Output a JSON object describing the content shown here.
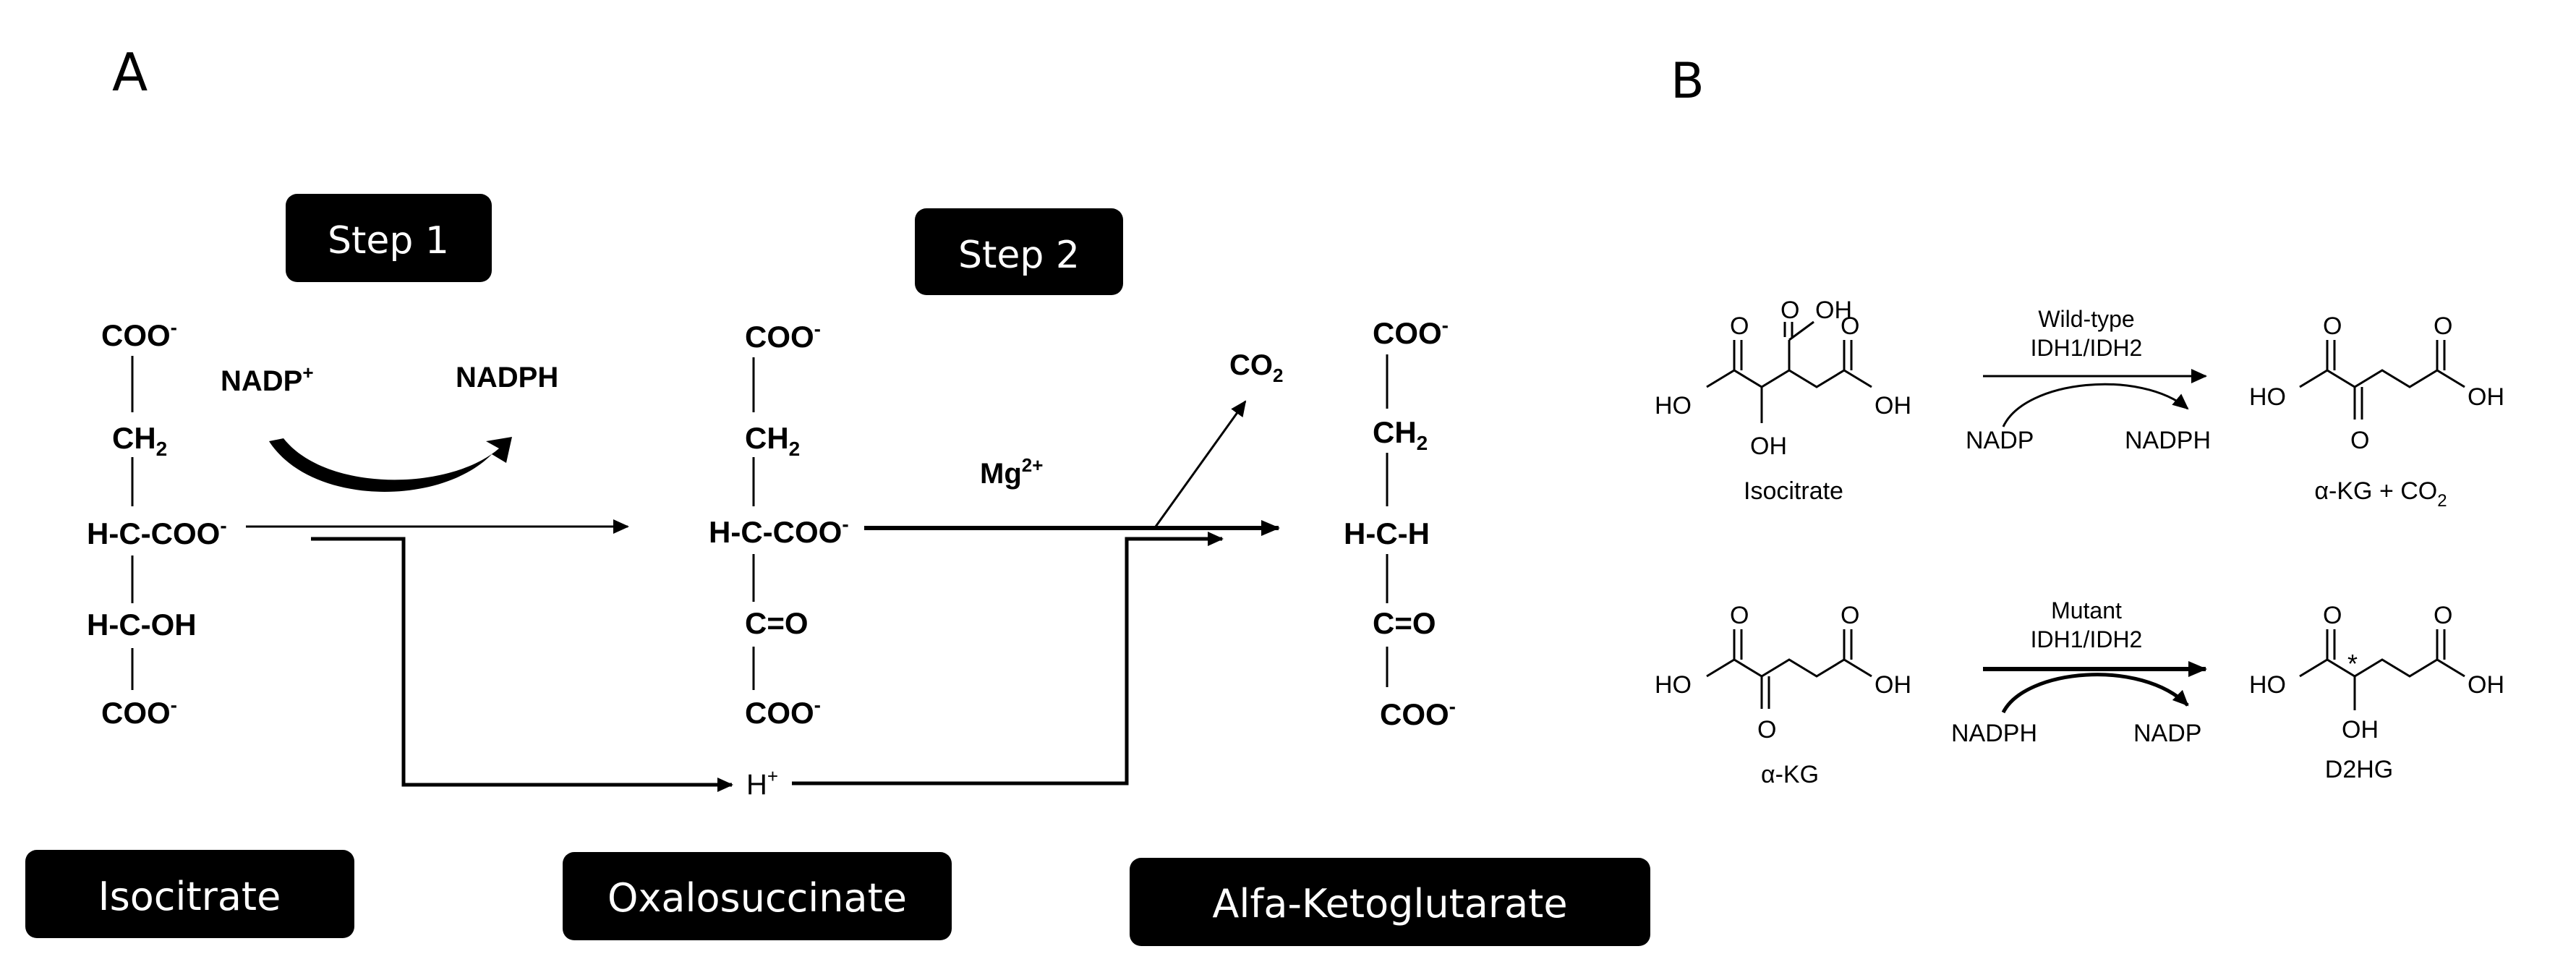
{
  "panel_a": {
    "letter": "A",
    "step1": "Step 1",
    "step2": "Step 2",
    "isocitrate": {
      "top": "COO",
      "top_sup": "-",
      "ch2": "CH",
      "ch2_sub": "2",
      "center": "H-C-COO",
      "center_sup": "-",
      "hcoh": "H-C-OH",
      "bottom": "COO",
      "bottom_sup": "-"
    },
    "oxalosuccinate": {
      "top": "COO",
      "top_sup": "-",
      "ch2": "CH",
      "ch2_sub": "2",
      "center": "H-C-COO",
      "center_sup": "-",
      "co": "C=O",
      "bottom": "COO",
      "bottom_sup": "-"
    },
    "alfa_ketoglutarate": {
      "top": "COO",
      "top_sup": "-",
      "ch2": "CH",
      "ch2_sub": "2",
      "center": "H-C-H",
      "co": "C=O",
      "bottom": "COO",
      "bottom_sup": "-"
    },
    "nadp": "NADP",
    "nadp_sup": "+",
    "nadph": "NADPH",
    "co2": "CO",
    "co2_sub": "2",
    "mg": "Mg",
    "mg_sup": "2+",
    "h": "H",
    "h_sup": "+",
    "label_isocitrate": "Isocitrate",
    "label_oxalosuccinate": "Oxalosuccinate",
    "label_akg": "Alfa-Ketoglutarate"
  },
  "panel_b": {
    "letter": "B",
    "wild_type": "Wild-type",
    "idh_top": "IDH1/IDH2",
    "mutant": "Mutant",
    "idh_bottom": "IDH1/IDH2",
    "iso_name": "Isocitrate",
    "akg_co2_prefix": "α-KG + CO",
    "akg_co2_sub": "2",
    "akg_name": "α-KG",
    "d2hg_name": "D2HG",
    "nadp_in": "NADP",
    "nadph_out": "NADPH",
    "nadph_in": "NADPH",
    "nadp_out": "NADP",
    "O": "O",
    "OH": "OH",
    "HO": "HO",
    "star": "*"
  },
  "colors": {
    "label_box": "#000000",
    "label_text": "#ffffff",
    "ink": "#000000"
  }
}
